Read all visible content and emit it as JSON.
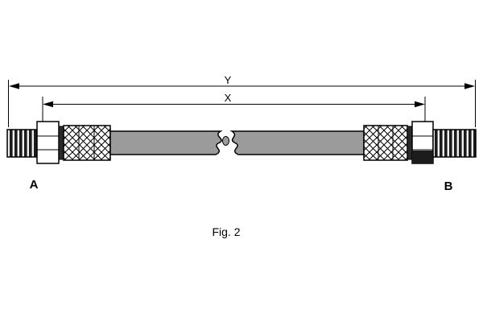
{
  "figure": {
    "caption": "Fig. 2",
    "dimensions": {
      "overall": "Y",
      "between_fittings": "X"
    },
    "ends": {
      "left": "A",
      "right": "B"
    },
    "colors": {
      "line": "#000000",
      "hose": "#9b9b9b",
      "metal_dark": "#1c1c1c",
      "background": "#ffffff"
    }
  }
}
